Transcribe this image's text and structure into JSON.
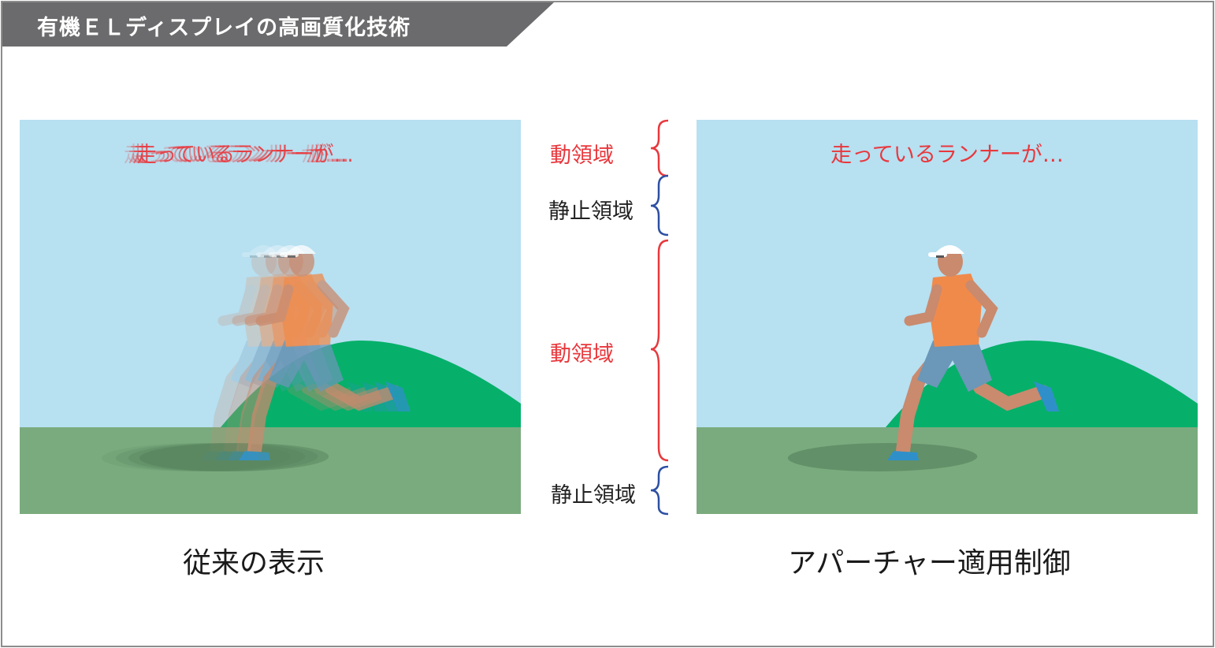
{
  "header": {
    "title": "有機ＥＬディスプレイの高画質化技術"
  },
  "left_panel": {
    "caption": "走っているランナーが…",
    "label": "従来の表示"
  },
  "right_panel": {
    "caption": "走っているランナーが…",
    "label": "アパーチャー適用制御"
  },
  "regions": [
    {
      "label": "動領域",
      "kind": "moving"
    },
    {
      "label": "静止領域",
      "kind": "static"
    },
    {
      "label": "動領域",
      "kind": "moving"
    },
    {
      "label": "静止領域",
      "kind": "static"
    }
  ],
  "colors": {
    "moving": "#e8383d",
    "static": "#2d4fa3",
    "sky": "#b7e0f1",
    "ground": "#7aab7e",
    "hill": "#06b06a",
    "banner": "#6b6b6d"
  }
}
